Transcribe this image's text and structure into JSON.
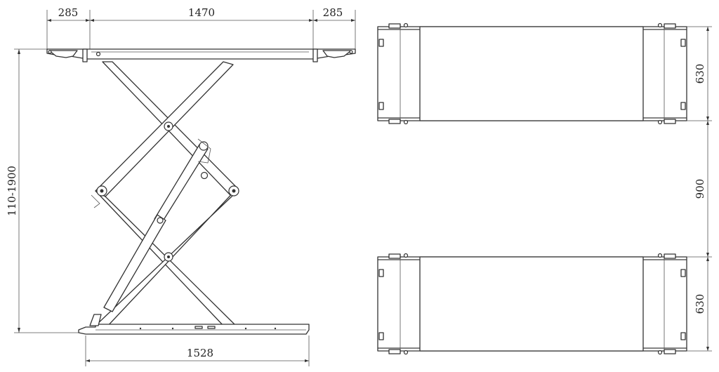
{
  "dimensions": {
    "top_left_overhang": "285",
    "top_center": "1470",
    "top_right_overhang": "285",
    "height_range": "110-1900",
    "base_length": "1528",
    "platform_width_upper": "630",
    "gap_between_platforms": "900",
    "platform_width_lower": "630"
  }
}
